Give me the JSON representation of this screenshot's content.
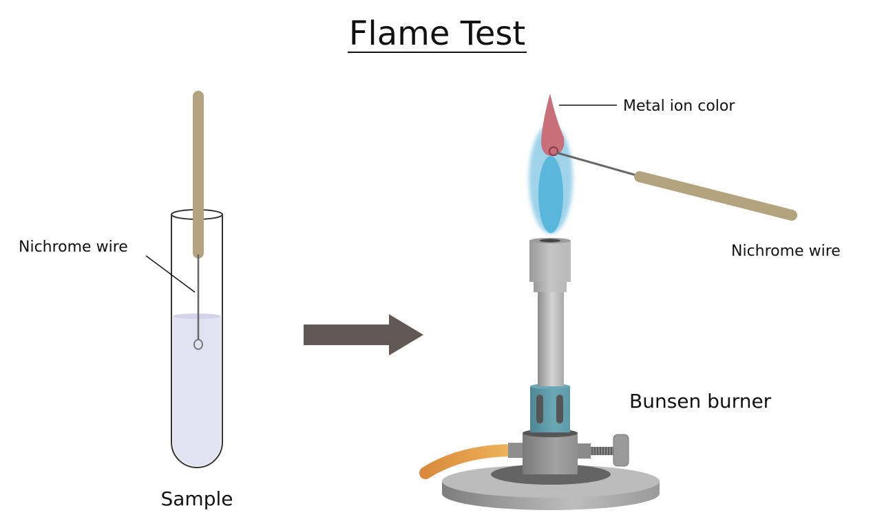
{
  "title": "Flame Test",
  "labels": {
    "wire_left": "Nichrome wire",
    "sample": "Sample",
    "metal_ion": "Metal ion color",
    "wire_right": "Nichrome wire",
    "burner": "Bunsen burner"
  },
  "colors": {
    "handle": "#b3a47f",
    "liquid": "#e3e2f2",
    "arrow": "#625856",
    "flame_outer": "#9fd3ea",
    "flame_inner": "#5bb6dc",
    "flame_ion": "#c86f7a",
    "collar": "#5e9aa8",
    "hose": "#e8a653"
  }
}
